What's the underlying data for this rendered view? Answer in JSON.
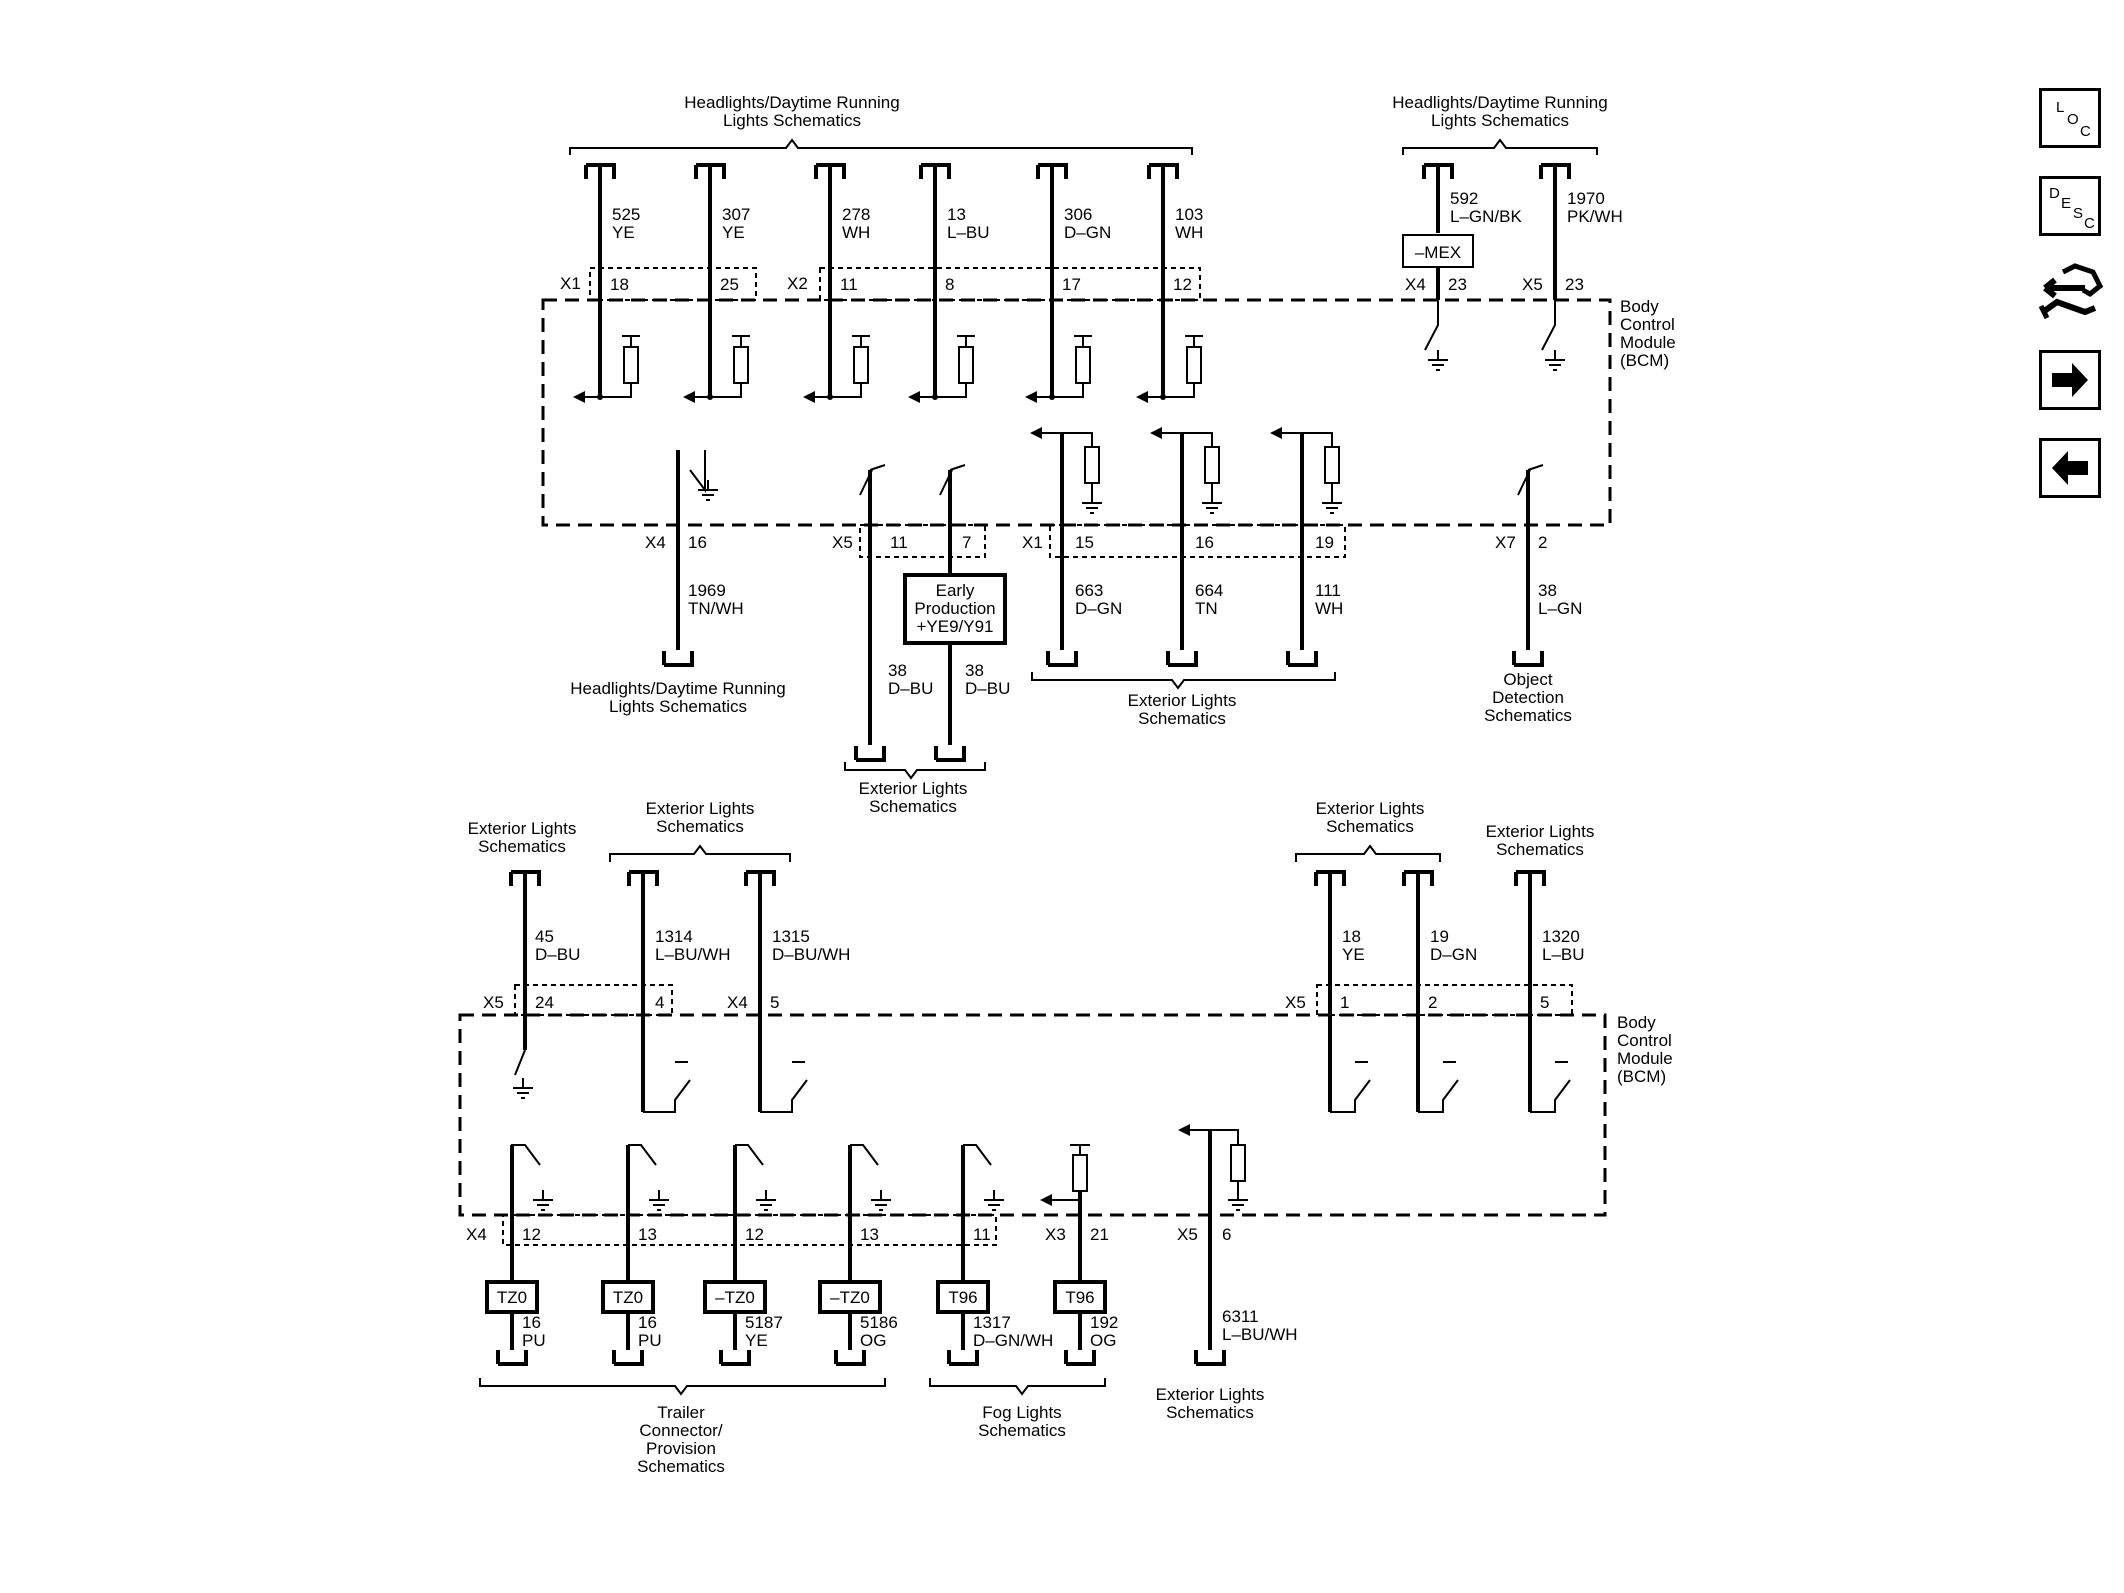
{
  "nav": {
    "loc": [
      "L",
      "O",
      "C"
    ],
    "desc": [
      "D",
      "E",
      "S",
      "C"
    ]
  },
  "top": {
    "ref_hdl_top_left": [
      "Headlights/Daytime Running",
      "Lights Schematics"
    ],
    "ref_hdl_top_right": [
      "Headlights/Daytime Running",
      "Lights Schematics"
    ],
    "bcm_label": [
      "Body",
      "Control",
      "Module",
      "(BCM)"
    ],
    "connector_x1": "X1",
    "connector_x2": "X2",
    "wires_upper": [
      {
        "circuit": "525",
        "color": "YE",
        "pin": "18"
      },
      {
        "circuit": "307",
        "color": "YE",
        "pin": "25"
      },
      {
        "circuit": "278",
        "color": "WH",
        "pin": "11"
      },
      {
        "circuit": "13",
        "color": "L–BU",
        "pin": "8"
      },
      {
        "circuit": "306",
        "color": "D–GN",
        "pin": "17"
      },
      {
        "circuit": "103",
        "color": "WH",
        "pin": "12"
      }
    ],
    "w592": {
      "circuit": "592",
      "color": "L–GN/BK",
      "conn": "X4",
      "pin": "23"
    },
    "w1970": {
      "circuit": "1970",
      "color": "PK/WH",
      "conn": "X5",
      "pin": "23"
    },
    "mex_option": "–MEX",
    "w1969": {
      "conn": "X4",
      "pin": "16",
      "circuit": "1969",
      "color": "TN/WH"
    },
    "ref_hdl_bottom": [
      "Headlights/Daytime Running",
      "Lights Schematics"
    ],
    "x5_conn": "X5",
    "pin_11": "11",
    "pin_7": "7",
    "early_prod": [
      "Early",
      "Production",
      "+YE9/Y91"
    ],
    "w38a": {
      "circuit": "38",
      "color": "D–BU"
    },
    "w38b": {
      "circuit": "38",
      "color": "D–BU"
    },
    "ref_ext_a": [
      "Exterior Lights",
      "Schematics"
    ],
    "x1_lower": "X1",
    "wires_lower": [
      {
        "pin": "15",
        "circuit": "663",
        "color": "D–GN"
      },
      {
        "pin": "16",
        "circuit": "664",
        "color": "TN"
      },
      {
        "pin": "19",
        "circuit": "111",
        "color": "WH"
      }
    ],
    "ref_ext_b": [
      "Exterior Lights",
      "Schematics"
    ],
    "w38c": {
      "conn": "X7",
      "pin": "2",
      "circuit": "38",
      "color": "L–GN"
    },
    "ref_obj": [
      "Object",
      "Detection",
      "Schematics"
    ]
  },
  "bottom": {
    "ref_ext_1": [
      "Exterior Lights",
      "Schematics"
    ],
    "ref_ext_2": [
      "Exterior Lights",
      "Schematics"
    ],
    "ref_ext_3": [
      "Exterior Lights",
      "Schematics"
    ],
    "ref_ext_4": [
      "Exterior Lights",
      "Schematics"
    ],
    "ref_ext_5": [
      "Exterior Lights",
      "Schematics"
    ],
    "bcm_label": [
      "Body",
      "Control",
      "Module",
      "(BCM)"
    ],
    "w45": {
      "circuit": "45",
      "color": "D–BU",
      "conn": "X5",
      "pin": "24"
    },
    "w1314": {
      "circuit": "1314",
      "color": "L–BU/WH",
      "pin": "4"
    },
    "w1315": {
      "circuit": "1315",
      "color": "D–BU/WH",
      "conn": "X4",
      "pin": "5"
    },
    "w18": {
      "circuit": "18",
      "color": "YE",
      "conn": "X5",
      "pin": "1"
    },
    "w19": {
      "circuit": "19",
      "color": "D–GN",
      "pin": "2"
    },
    "w1320": {
      "circuit": "1320",
      "color": "L–BU",
      "pin": "5"
    },
    "x4_conn": "X4",
    "outputs": [
      {
        "pin": "12",
        "option": "TZ0",
        "circuit": "16",
        "color": "PU"
      },
      {
        "pin": "13",
        "option": "TZ0",
        "circuit": "16",
        "color": "PU"
      },
      {
        "pin": "12",
        "option": "–TZ0",
        "circuit": "5187",
        "color": "YE"
      },
      {
        "pin": "13",
        "option": "–TZ0",
        "circuit": "5186",
        "color": "OG"
      },
      {
        "pin": "11",
        "option": "T96",
        "circuit": "1317",
        "color": "D–GN/WH"
      }
    ],
    "w192": {
      "conn": "X3",
      "pin": "21",
      "option": "T96",
      "circuit": "192",
      "color": "OG"
    },
    "w6311": {
      "conn": "X5",
      "pin": "6",
      "circuit": "6311",
      "color": "L–BU/WH"
    },
    "ref_trailer": [
      "Trailer",
      "Connector/",
      "Provision",
      "Schematics"
    ],
    "ref_fog": [
      "Fog Lights",
      "Schematics"
    ]
  }
}
